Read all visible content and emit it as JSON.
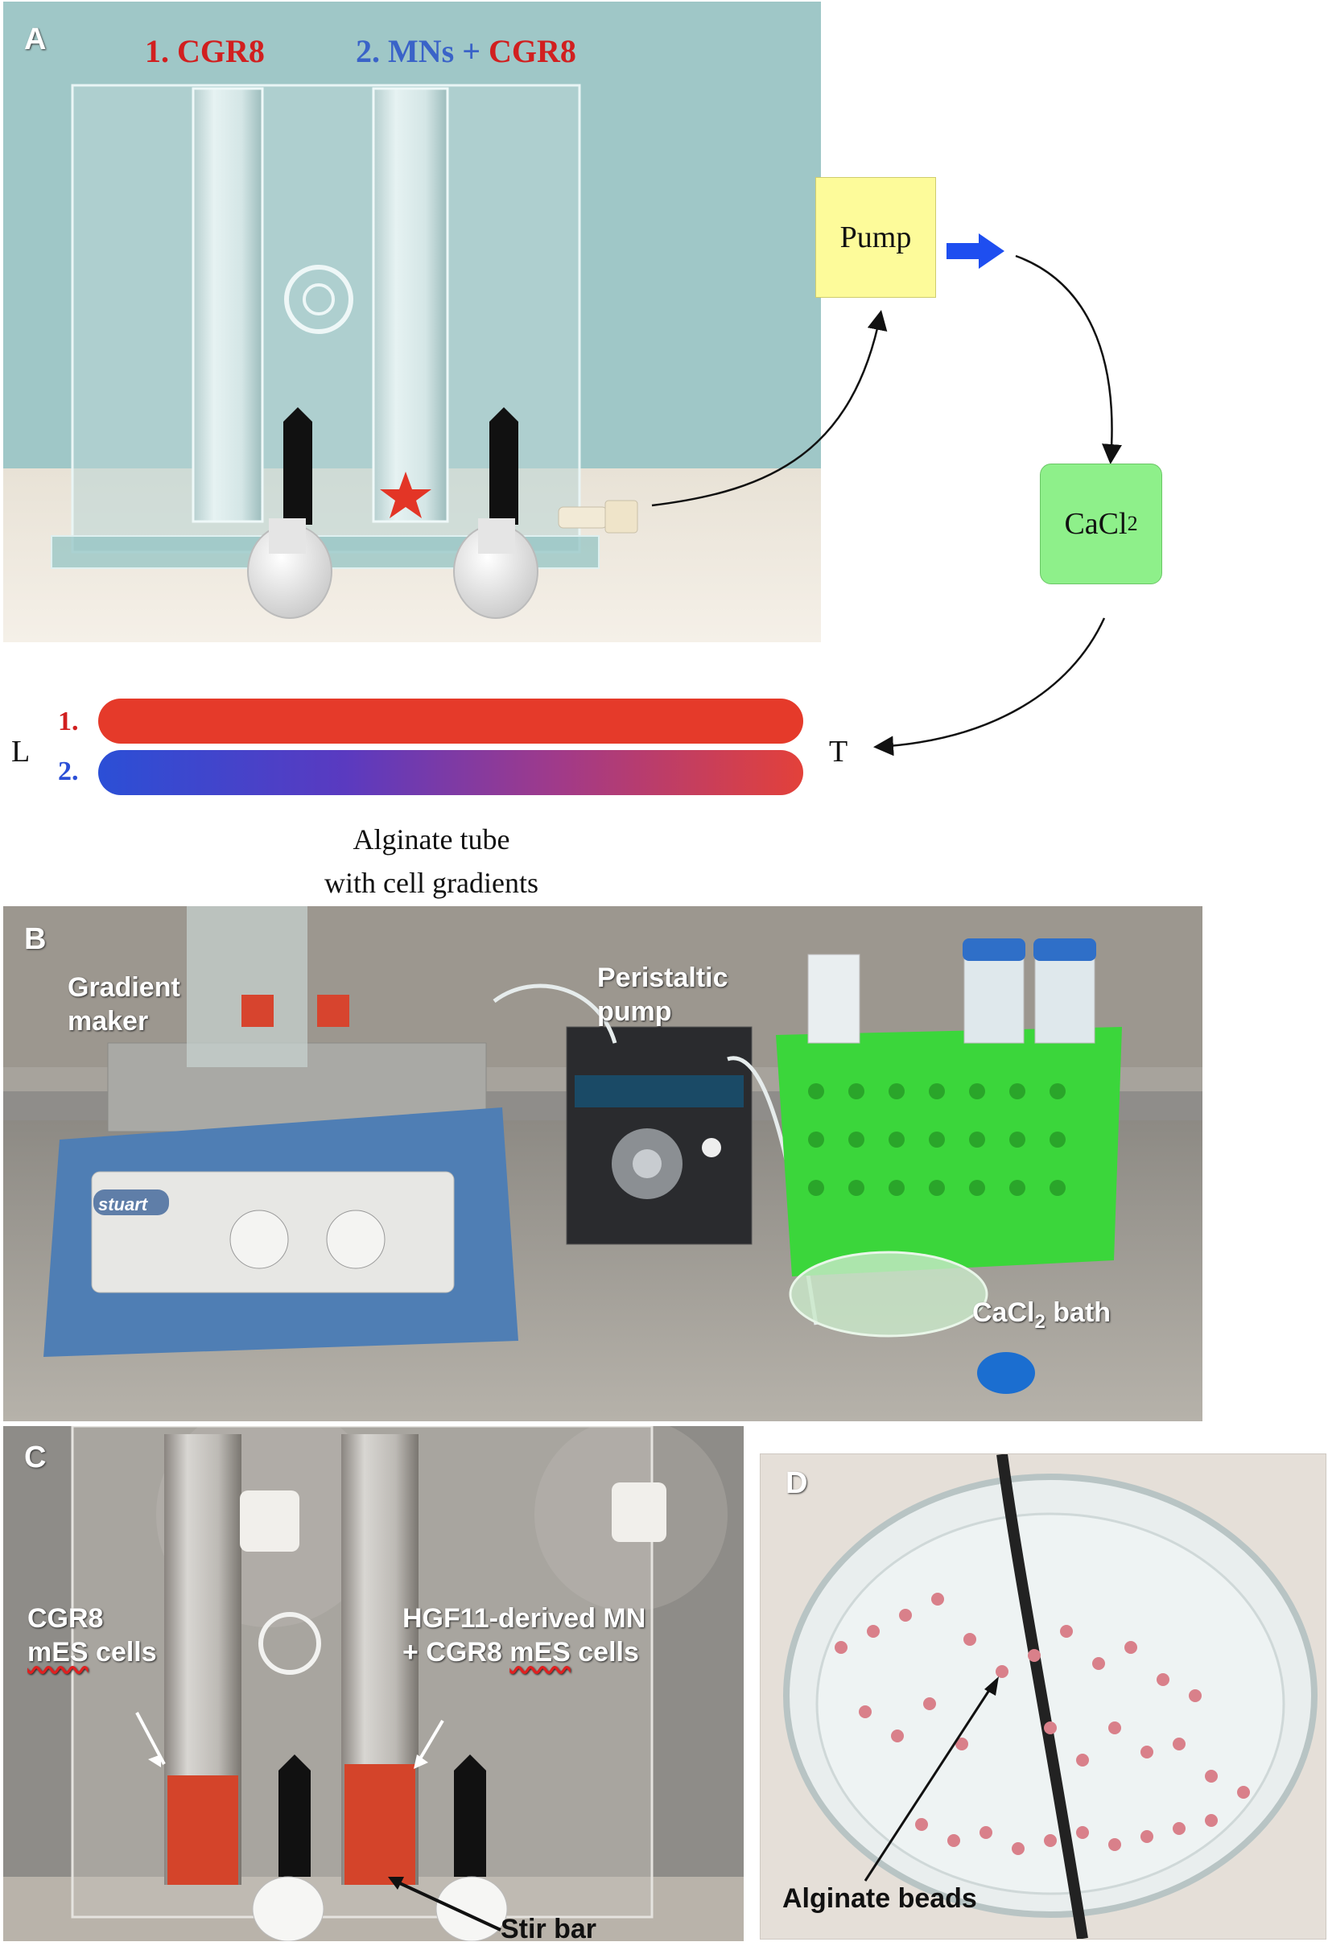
{
  "panel_a": {
    "label": "A",
    "title_1": "1. CGR8",
    "title_2_prefix": "2. MNs + ",
    "title_2_suffix": "CGR8",
    "pump_label": "Pump",
    "cacl2_label": "CaCl",
    "cacl2_sub": "2",
    "gradient_row1_num": "1.",
    "gradient_row2_num": "2.",
    "left_end": "L",
    "right_end": "T",
    "caption_line1": "Alginate tube",
    "caption_line2": "with cell gradients",
    "colors": {
      "red": "#e53a2a",
      "blue": "#2b4fd6",
      "pump_box": "#fdfb9a",
      "cacl2_box": "#8ef08a",
      "title_red": "#d11f1f",
      "title_blue": "#3a63c8"
    }
  },
  "panel_b": {
    "label": "B",
    "gradient_maker_1": "Gradient",
    "gradient_maker_2": "maker",
    "pump_1": "Peristaltic",
    "pump_2": "pump",
    "bath_prefix": "CaCl",
    "bath_sub": "2",
    "bath_suffix": " bath",
    "stirrer_brand": "stuart"
  },
  "panel_c": {
    "label": "C",
    "left_1": "CGR8",
    "left_2a": "mES",
    "left_2b": " cells",
    "right_1": "HGF11-derived MN",
    "right_2a": "+ CGR8 ",
    "right_2b": "mES",
    "right_2c": " cells",
    "stir_bar": "Stir bar"
  },
  "panel_d": {
    "label": "D",
    "beads": "Alginate beads"
  }
}
